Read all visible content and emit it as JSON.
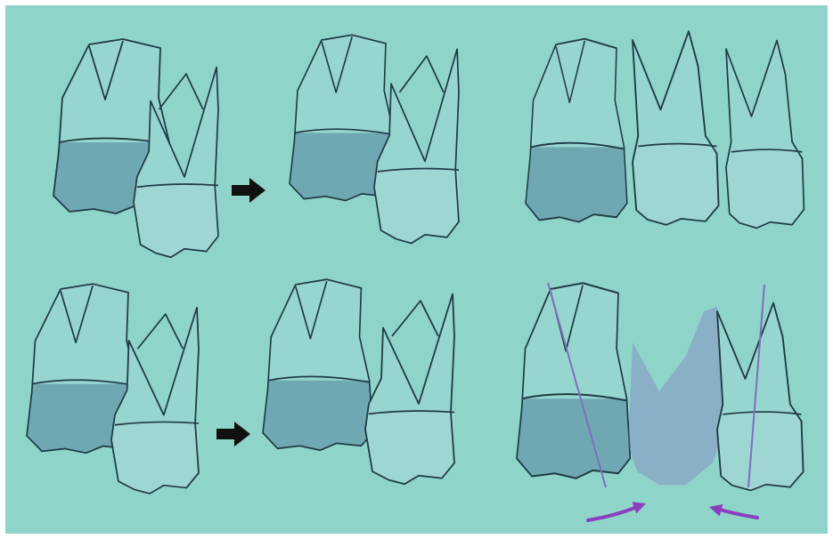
{
  "figure": {
    "background_color": "#8fd4c9",
    "frame_color": "#ffffff",
    "crown_dark": "#6fa8b2",
    "crown_light": "#9ed6d2",
    "root_fill": "#97d5cf",
    "outline": "#1f3b45",
    "axis_color": "#7f6ec0",
    "arrow_color": "#111111",
    "movement_arrow_color": "#8a3fbf"
  },
  "panels": [
    {
      "id": "top-left",
      "step": "before",
      "teeth": [
        "upper-molar",
        "lower-molar"
      ]
    },
    {
      "id": "top-middle",
      "step": "after",
      "teeth": [
        "upper-molar",
        "lower-molar"
      ]
    },
    {
      "id": "top-right",
      "step": "reference",
      "teeth": [
        "upper-molar",
        "molar",
        "molar"
      ]
    },
    {
      "id": "bottom-left",
      "step": "before",
      "teeth": [
        "upper-molar",
        "lower-molar"
      ]
    },
    {
      "id": "bottom-middle",
      "step": "after",
      "teeth": [
        "upper-molar",
        "lower-molar"
      ]
    },
    {
      "id": "bottom-right",
      "step": "with-axes",
      "teeth": [
        "upper-molar",
        "extracted-ghost",
        "lower-molar"
      ]
    }
  ],
  "icons": {
    "transition_arrow": "right-arrow-icon",
    "movement_arrow": "curved-arrow-icon"
  }
}
